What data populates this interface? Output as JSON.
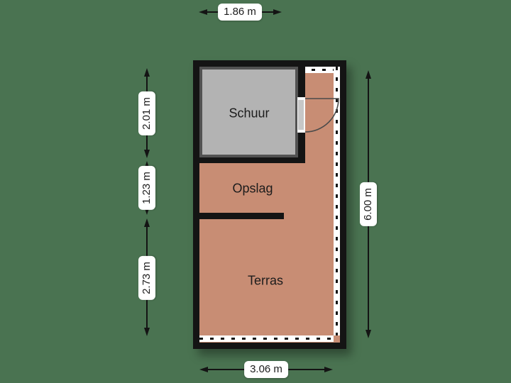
{
  "colors": {
    "background": "#4a7351",
    "wall": "#141414",
    "floor": "#c88d74",
    "schuur_floor": "#b3b3b3",
    "schuur_border": "#525252",
    "door_leaf": "#c7c7c7",
    "label_bg": "#ffffff",
    "text": "#1c1c1c"
  },
  "rooms": [
    {
      "id": "schuur",
      "label": "Schuur"
    },
    {
      "id": "opslag",
      "label": "Opslag"
    },
    {
      "id": "terras",
      "label": "Terras"
    }
  ],
  "dimensions": {
    "top": {
      "label": "1.86 m",
      "orientation": "horizontal",
      "measures": "schuur width"
    },
    "left_top": {
      "label": "2.01 m",
      "orientation": "vertical",
      "measures": "schuur depth"
    },
    "left_middle": {
      "label": "1.23 m",
      "orientation": "vertical",
      "measures": "opslag depth"
    },
    "left_bottom": {
      "label": "2.73 m",
      "orientation": "vertical",
      "measures": "terras depth"
    },
    "right": {
      "label": "6.00 m",
      "orientation": "vertical",
      "measures": "total depth"
    },
    "bottom": {
      "label": "3.06 m",
      "orientation": "horizontal",
      "measures": "total width"
    }
  }
}
